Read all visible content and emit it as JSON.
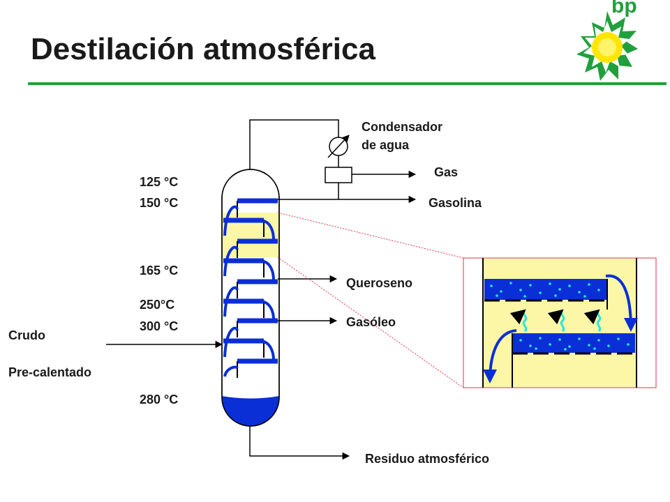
{
  "title": "Destilación atmosférica",
  "brand": {
    "logo_text": "bp"
  },
  "colors": {
    "brand_green": "#1fa03c",
    "brand_yellow": "#ffe600",
    "tray_blue": "#0a2fd6",
    "tray_highlight": "#fbf7a6",
    "detail_red": "#e0324a",
    "droplet_cyan": "#22e8e0",
    "line": "#000000"
  },
  "labels": {
    "condenser": [
      "Condensador",
      "de agua"
    ],
    "gas": "Gas",
    "gasoline": "Gasolina",
    "kerosene": "Queroseno",
    "gasoil": "Gasóleo",
    "residue": "Residuo atmosférico",
    "feed_1": "Crudo",
    "feed_2": "Pre-calentado"
  },
  "temperatures": [
    "125 °C",
    "150 °C",
    "165 °C",
    "250°C",
    "300 °C",
    "280 °C"
  ]
}
